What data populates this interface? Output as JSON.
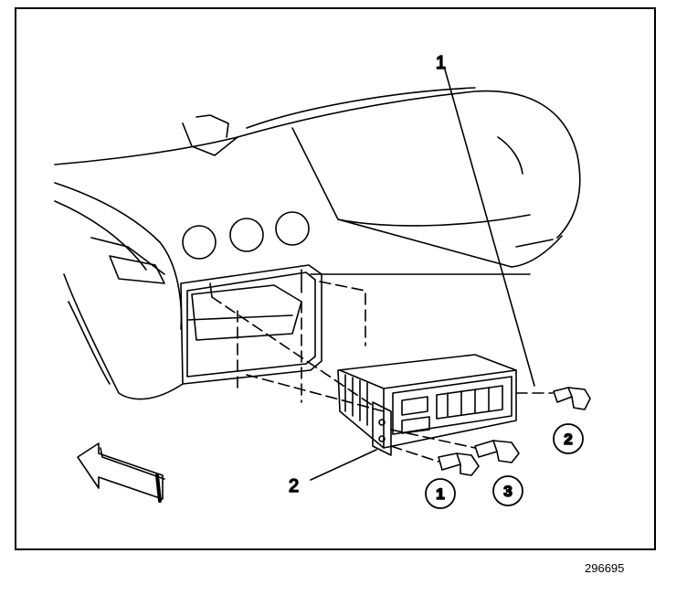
{
  "callouts": {
    "part1": "1",
    "part2": "2",
    "bolt1": "1",
    "bolt2": "2",
    "bolt3": "3"
  },
  "figure_ref": "296695",
  "colors": {
    "line": "#000000",
    "background": "#ffffff"
  }
}
